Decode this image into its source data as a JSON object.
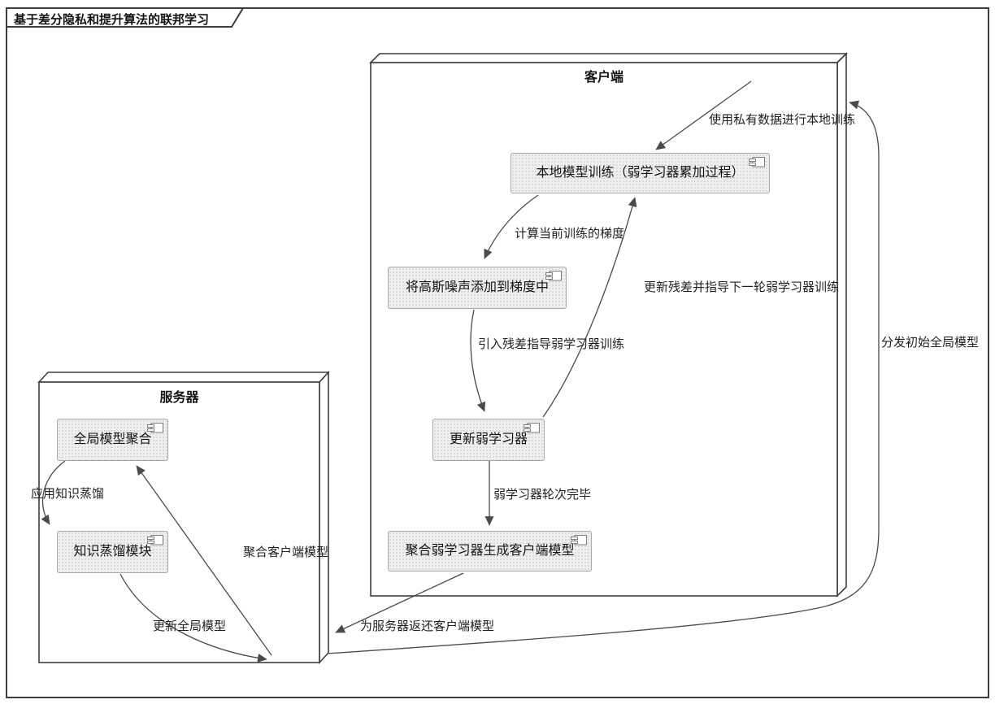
{
  "title": "基于差分隐私和提升算法的联邦学习",
  "containers": {
    "client": {
      "label": "客户端"
    },
    "server": {
      "label": "服务器"
    }
  },
  "nodes": {
    "local_training": {
      "label": "本地模型训练（弱学习器累加过程）"
    },
    "add_noise": {
      "label": "将高斯噪声添加到梯度中"
    },
    "update_weak": {
      "label": "更新弱学习器"
    },
    "aggregate_weak": {
      "label": "聚合弱学习器生成客户端模型"
    },
    "global_agg": {
      "label": "全局模型聚合"
    },
    "distill": {
      "label": "知识蒸馏模块"
    }
  },
  "edges": {
    "use_private_data": {
      "label": "使用私有数据进行本地训练"
    },
    "compute_gradient": {
      "label": "计算当前训练的梯度"
    },
    "update_residual": {
      "label": "更新残差并指导下一轮弱学习器训练"
    },
    "introduce_residual": {
      "label": "引入残差指导弱学习器训练"
    },
    "rounds_done": {
      "label": "弱学习器轮次完毕"
    },
    "return_client_model": {
      "label": "为服务器返还客户端模型"
    },
    "aggregate_client_models": {
      "label": "聚合客户端模型"
    },
    "apply_distillation": {
      "label": "应用知识蒸馏"
    },
    "update_global": {
      "label": "更新全局模型"
    },
    "distribute_initial": {
      "label": "分发初始全局模型"
    }
  },
  "icons": {
    "node_badge": "component-icon"
  },
  "colors": {
    "line": "#4a4a4a",
    "node_fill": "#efefef",
    "node_border": "#a8a8a8",
    "box_border": "#3d3d3d",
    "text": "#141414"
  }
}
